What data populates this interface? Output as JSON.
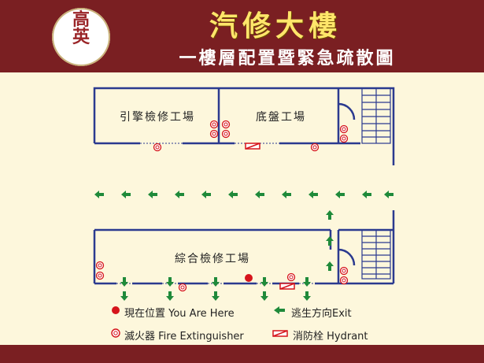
{
  "header": {
    "logo_chars": [
      "高",
      "英"
    ],
    "title": "汽修大樓",
    "subtitle": "一樓層配置暨緊急疏散圖"
  },
  "rooms": {
    "engine": "引擎檢修工場",
    "chassis": "底盤工場",
    "general": "綜合檢修工場"
  },
  "legend": {
    "you_are_here": "現在位置 You Are Here",
    "exit": "逃生方向Exit",
    "extinguisher": "滅火器 Fire Extinguisher",
    "hydrant": "消防栓 Hydrant"
  },
  "colors": {
    "frame": "#7a1f22",
    "panel": "#fdf7dc",
    "title": "#ffe66a",
    "wall": "#2b3a8f",
    "arrow": "#1f8a3a",
    "marker": "#d6141b"
  },
  "icons": {
    "extinguisher": "fire-extinguisher-icon",
    "hydrant": "hydrant-icon",
    "you_are_here": "you-are-here-icon",
    "exit": "exit-arrow-icon"
  }
}
